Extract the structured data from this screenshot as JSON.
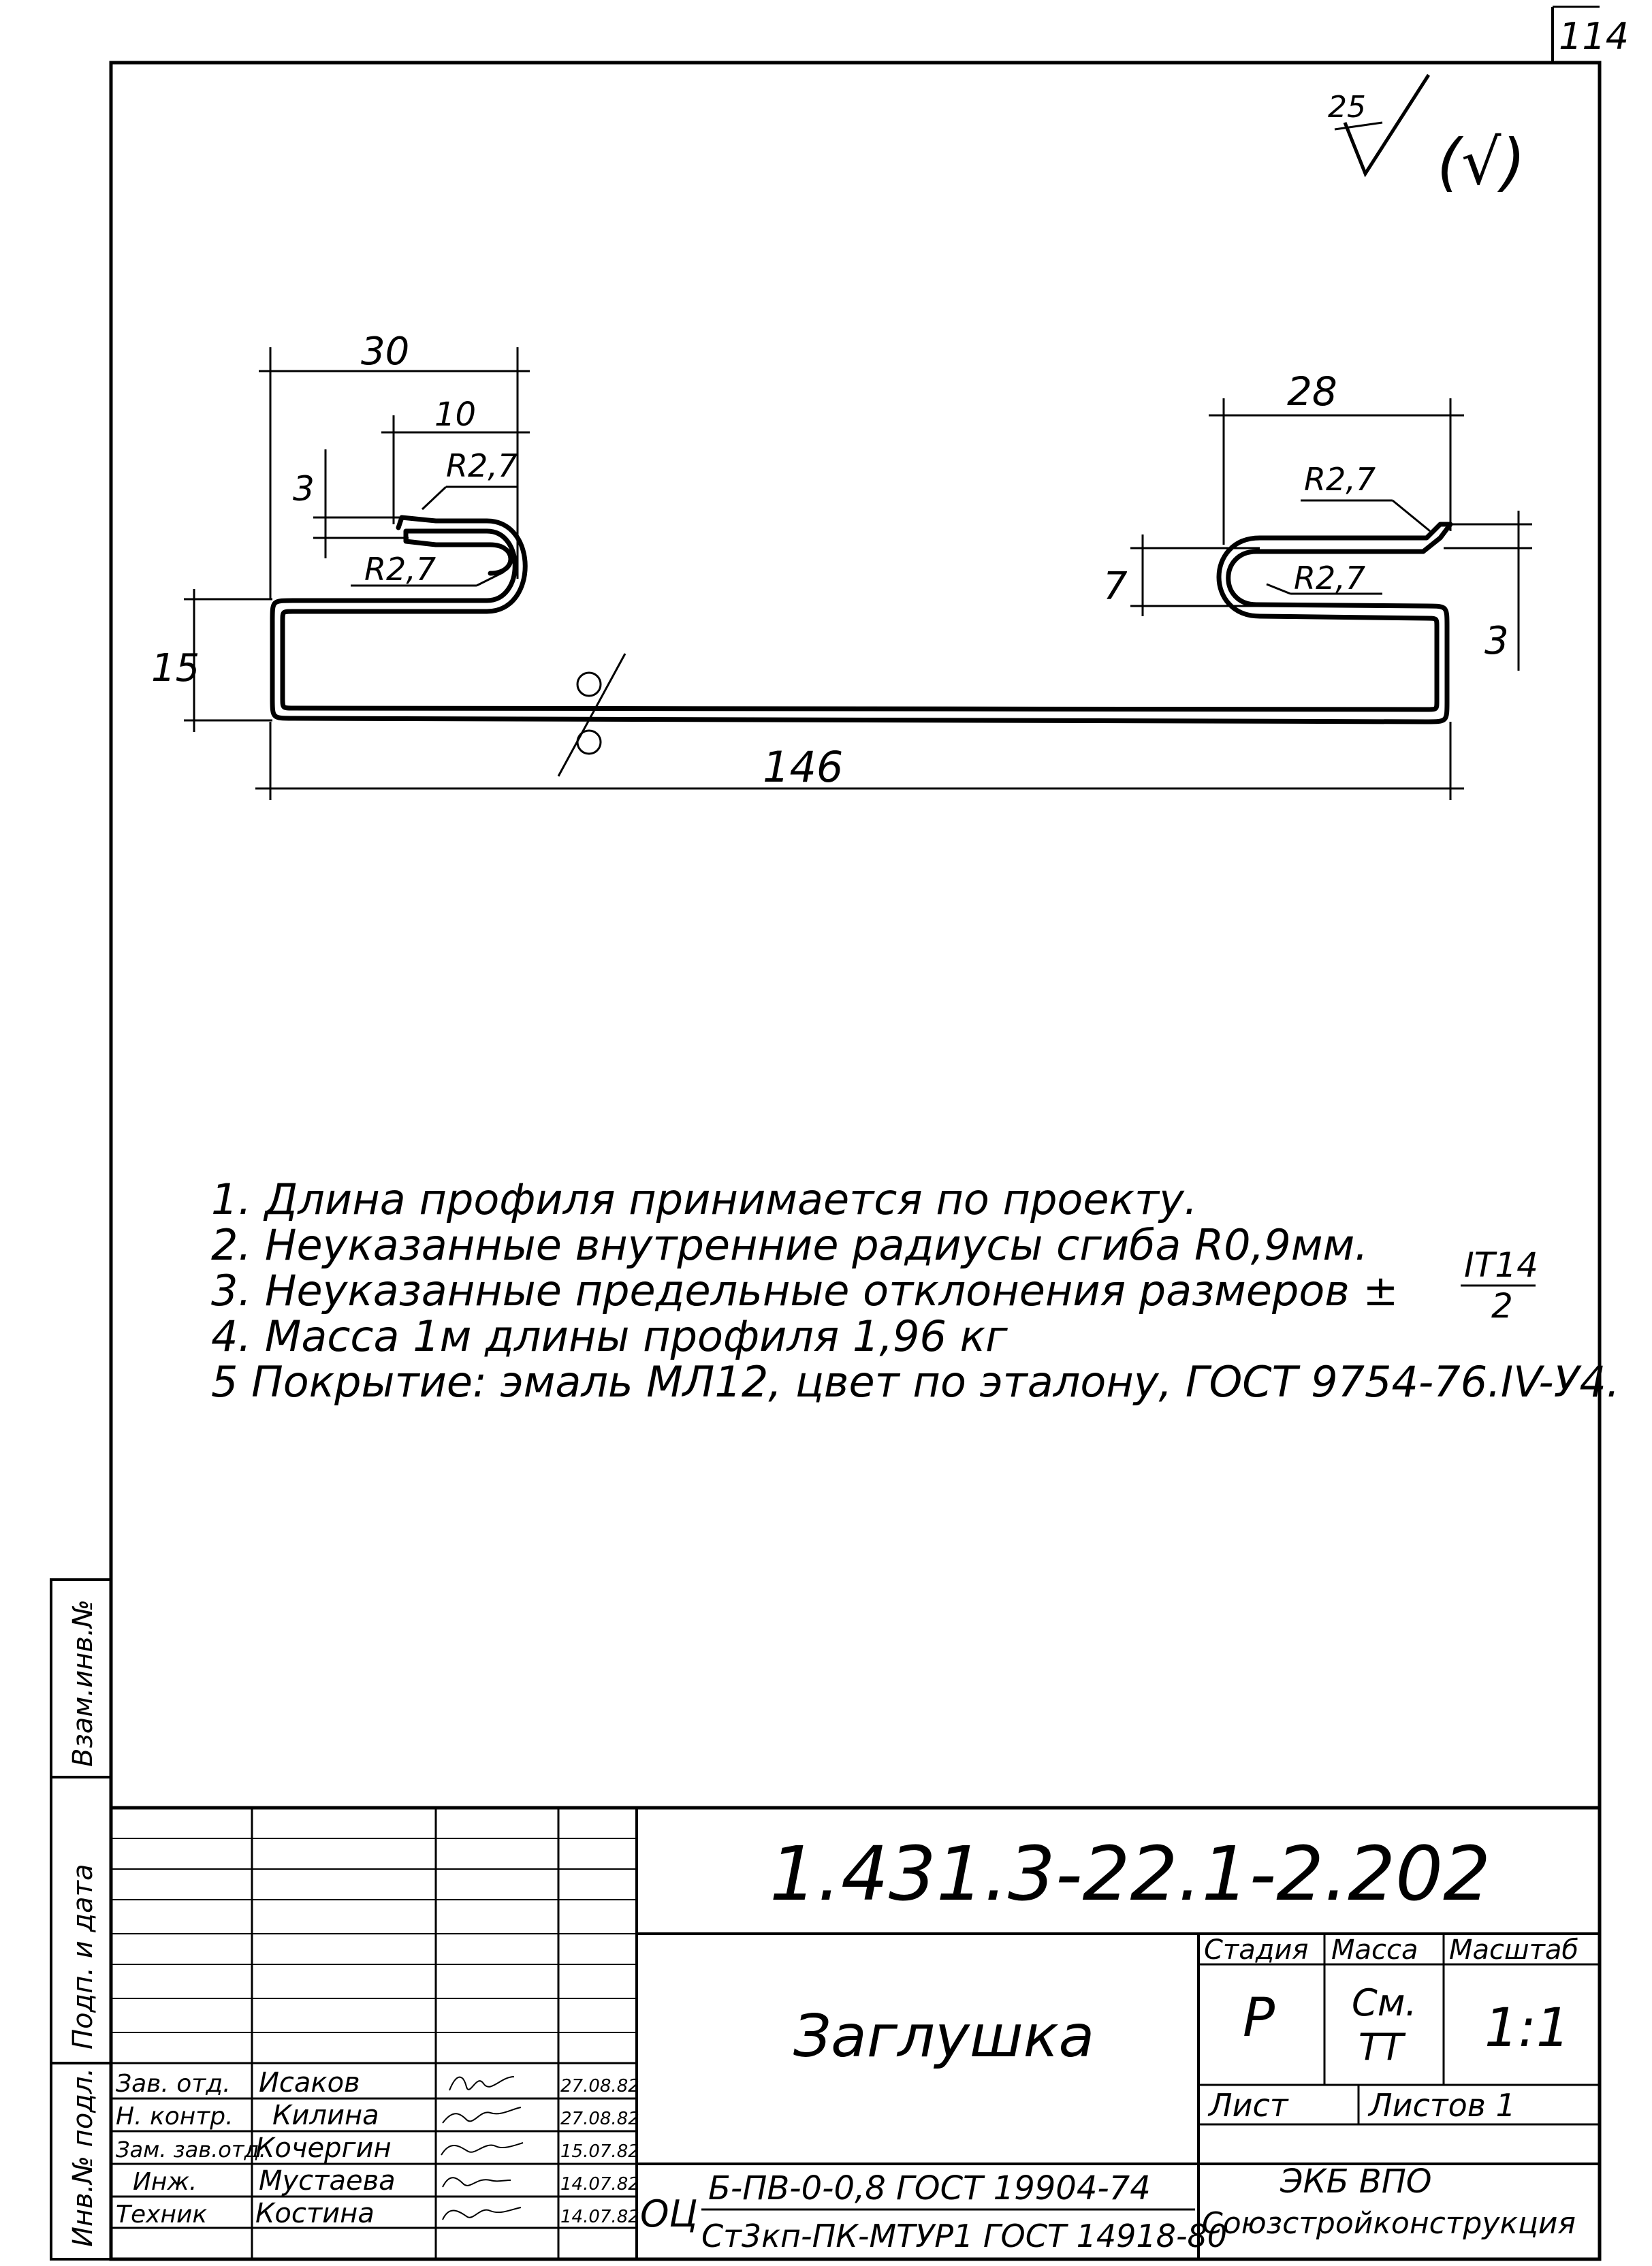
{
  "sheet_number": "114",
  "roughness": {
    "value": "25",
    "alt": "(√)"
  },
  "dimensions": {
    "d30": "30",
    "d10": "10",
    "d3_left": "3",
    "r_top_left": "R2,7",
    "r_bot_left": "R2,7",
    "d15": "15",
    "d146": "146",
    "d28": "28",
    "r_top_right": "R2,7",
    "r_inner_right": "R2,7",
    "d7": "7",
    "d3_right": "3"
  },
  "notes": [
    "1. Длина профиля принимается по проекту.",
    "2. Неуказанные внутренние радиусы сгиба R0,9мм.",
    "3. Неуказанные предельные отклонения размеров ±",
    "4. Масса 1м длины профиля 1,96 кг",
    "5 Покрытие: эмаль МЛ12, цвет по эталону, ГОСТ 9754-76.IV-У4."
  ],
  "tolerance_fraction": {
    "numerator": "IT14",
    "denominator": "2"
  },
  "side_stamp": [
    "Инв.№ подл.",
    "Подп. и дата",
    "Взам.инв.№"
  ],
  "title_block": {
    "designation": "1.431.3-22.1-2.202",
    "name": "Заглушка",
    "headers": {
      "stage": "Стадия",
      "mass": "Масса",
      "scale": "Масштаб"
    },
    "values": {
      "stage": "Р",
      "mass_line1": "См.",
      "mass_line2": "ТТ",
      "scale": "1:1"
    },
    "sheet_label": "Лист",
    "sheets_label": "Листов 1",
    "material_prefix": "ОЦ",
    "material_top": "Б-ПВ-0-0,8 ГОСТ 19904-74",
    "material_bottom": "Ст3кп-ПК-МТУР1 ГОСТ 14918-80",
    "org_line1": "ЭКБ ВПО",
    "org_line2": "Союзстройконструкция",
    "signatures": [
      {
        "role": "Зав. отд.",
        "name": "Исаков",
        "date": "27.08.82"
      },
      {
        "role": "Н. контр.",
        "name": "Килина",
        "date": "27.08.82"
      },
      {
        "role": "Зам. зав.отд.",
        "name": "Кочергин",
        "date": "15.07.82"
      },
      {
        "role": "Инж.",
        "name": "Мустаева",
        "date": "14.07.82"
      },
      {
        "role": "Техник",
        "name": "Костина",
        "date": "14.07.82"
      }
    ]
  }
}
